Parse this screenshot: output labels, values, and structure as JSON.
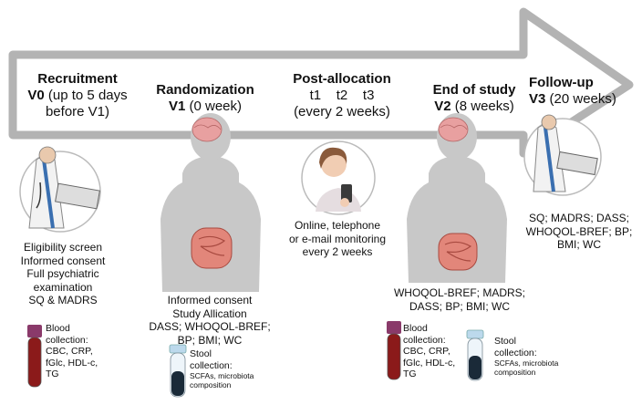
{
  "stages": [
    {
      "title": "Recruitment",
      "visit": "V0",
      "detail": "(up to 5 days",
      "detail2": "before V1)"
    },
    {
      "title": "Randomization",
      "visit": "V1",
      "detail": "(0 week)"
    },
    {
      "title": "Post-allocation",
      "timepoints": "t1    t2    t3",
      "detail": "(every 2 weeks)"
    },
    {
      "title": "End of study",
      "visit": "V2",
      "detail": "(8 weeks)"
    },
    {
      "title": "Follow-up",
      "visit": "V3",
      "detail": "(20 weeks)"
    }
  ],
  "recruitment_tasks": [
    "Eligibility screen",
    "Informed consent",
    "Full psychiatric",
    "examination",
    "SQ & MADRS"
  ],
  "randomization_tasks": [
    "Informed consent",
    "Study Allication",
    "DASS; WHOQOL-BREF;",
    "BP; BMI; WC"
  ],
  "post_allocation_tasks": [
    "Online, telephone",
    "or e-mail monitoring",
    "every 2 weeks"
  ],
  "end_tasks": [
    "WHOQOL-BREF; MADRS;",
    "DASS; BP; BMI; WC"
  ],
  "followup_tasks": [
    "SQ; MADRS; DASS;",
    "WHOQOL-BREF; BP;",
    "BMI; WC"
  ],
  "blood": {
    "label": [
      "Blood",
      "collection:",
      "CBC, CRP,",
      "fGlc, HDL-c,",
      "TG"
    ]
  },
  "stool": {
    "label": [
      "Stool",
      "collection:"
    ],
    "detail": [
      "SCFAs, microbiota",
      "composition"
    ]
  },
  "colors": {
    "arrow_fill": "#ffffff",
    "arrow_border": "#b3b3b3",
    "body": "#c8c8c8",
    "blood": "#8b1a1a",
    "stool_tube": "#1a2a38",
    "brain": "#e8a0a0",
    "gut": "#e2867a"
  }
}
